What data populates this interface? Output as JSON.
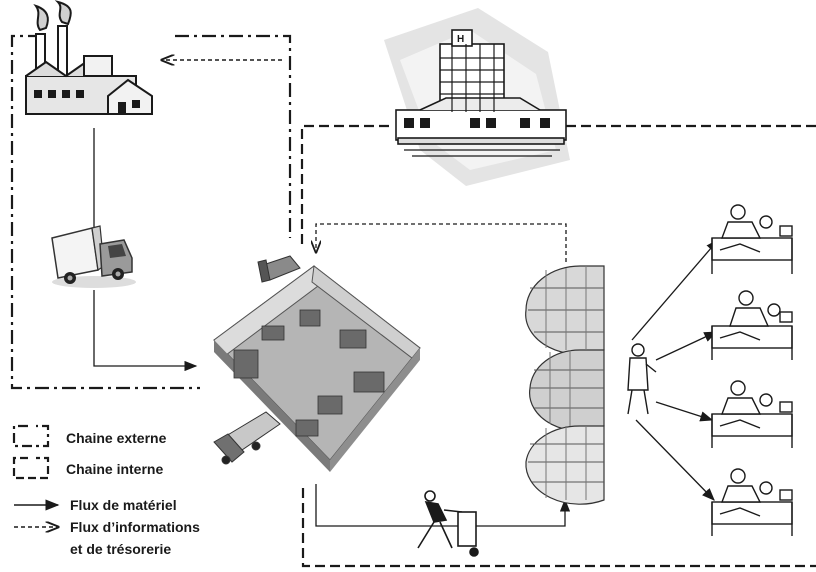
{
  "legend": {
    "external_chain": "Chaine externe",
    "internal_chain": "Chaine interne",
    "material_flow": "Flux de matériel",
    "info_flow_line1": "Flux d’informations",
    "info_flow_line2": "et de trésorerie"
  },
  "hospital_sign": "H",
  "icons": [
    "factory-icon",
    "truck-icon",
    "hospital-icon",
    "warehouse-icon",
    "pharmacy-shelves-icon",
    "nurse-icon",
    "patient-bed-icon",
    "hand-cart-worker-icon"
  ],
  "colors": {
    "ink": "#1a1a1a",
    "building_bg": "#e4e4e4",
    "floor": "#9a9a9a"
  }
}
